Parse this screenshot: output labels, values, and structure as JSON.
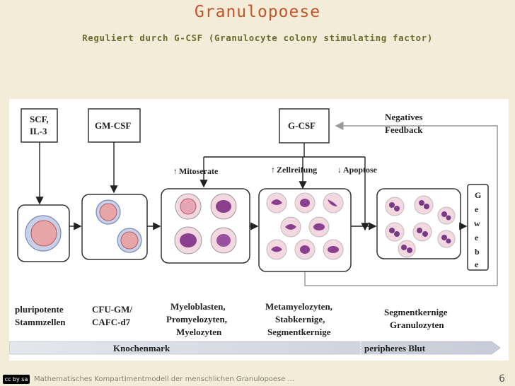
{
  "slide": {
    "title": "Granulopoese",
    "subtitle": "Reguliert durch G-CSF (Granulocyte colony stimulating factor)"
  },
  "diagram": {
    "factors": {
      "scf_line1": "SCF,",
      "scf_line2": "IL-3",
      "gmcsf": "GM-CSF",
      "gcsf": "G-CSF",
      "feedback_line1": "Negatives",
      "feedback_line2": "Feedback"
    },
    "effects": {
      "mitoserate": "Mitoserate",
      "zellreifung": "Zellreifung",
      "apoptose": "Apoptose"
    },
    "gewebe_letters": [
      "G",
      "e",
      "w",
      "e",
      "b",
      "e"
    ],
    "stages": {
      "stage1": [
        "pluripotente",
        "Stammzellen"
      ],
      "stage2": [
        "CFU-GM/",
        "CAFC-d7"
      ],
      "stage3": [
        "Myeloblasten,",
        "Promyelozyten,",
        "Myelozyten"
      ],
      "stage4": [
        "Metamyelozyten,",
        "Stabkernige,",
        "Segmentkernige"
      ],
      "stage5": [
        "Segmentkernige",
        "Granulozyten"
      ]
    },
    "bar": {
      "left": "Knochenmark",
      "right": "peripheres Blut"
    }
  },
  "footer": {
    "license": "cc by sa",
    "text": "Mathematisches Kompartimentmodell der menschlichen Granulopoese ...",
    "page": "6"
  },
  "colors": {
    "title": "#c0572a",
    "subtitle": "#6b6b2e",
    "background": "#f3ecd9",
    "cell_light": "#ecc7d3",
    "cell_dark": "#8a3f8f",
    "bar": "#d3d8e0"
  }
}
